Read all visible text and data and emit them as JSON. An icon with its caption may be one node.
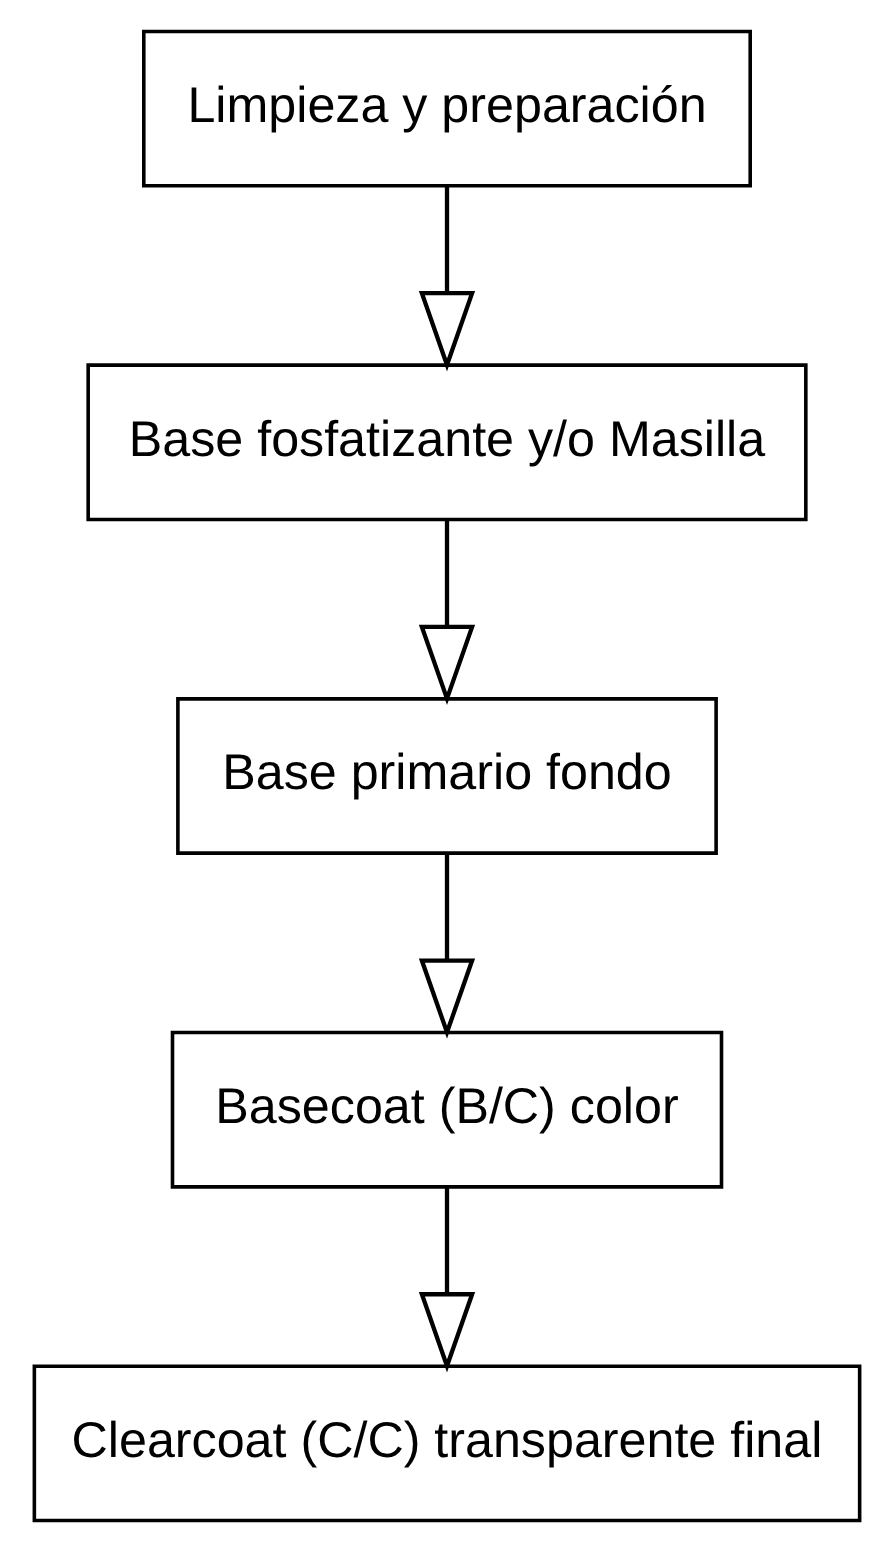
{
  "diagram": {
    "nodes": [
      {
        "text": [
          "Limpieza y preparación"
        ]
      },
      {
        "text": [
          "Base fosfatizante y/o Masilla"
        ]
      },
      {
        "text": [
          "Base primario fondo"
        ]
      },
      {
        "text": [
          "Basecoat (B/C) color"
        ]
      },
      {
        "text": [
          "Clearcoat (C/C) transparente final"
        ]
      }
    ],
    "edges": [
      {
        "from": 0,
        "to": 1,
        "arrow": "to"
      },
      {
        "from": 1,
        "to": 2,
        "arrow": "to"
      },
      {
        "from": 2,
        "to": 3,
        "arrow": "to"
      },
      {
        "from": 3,
        "to": 4,
        "arrow": "to"
      }
    ]
  }
}
